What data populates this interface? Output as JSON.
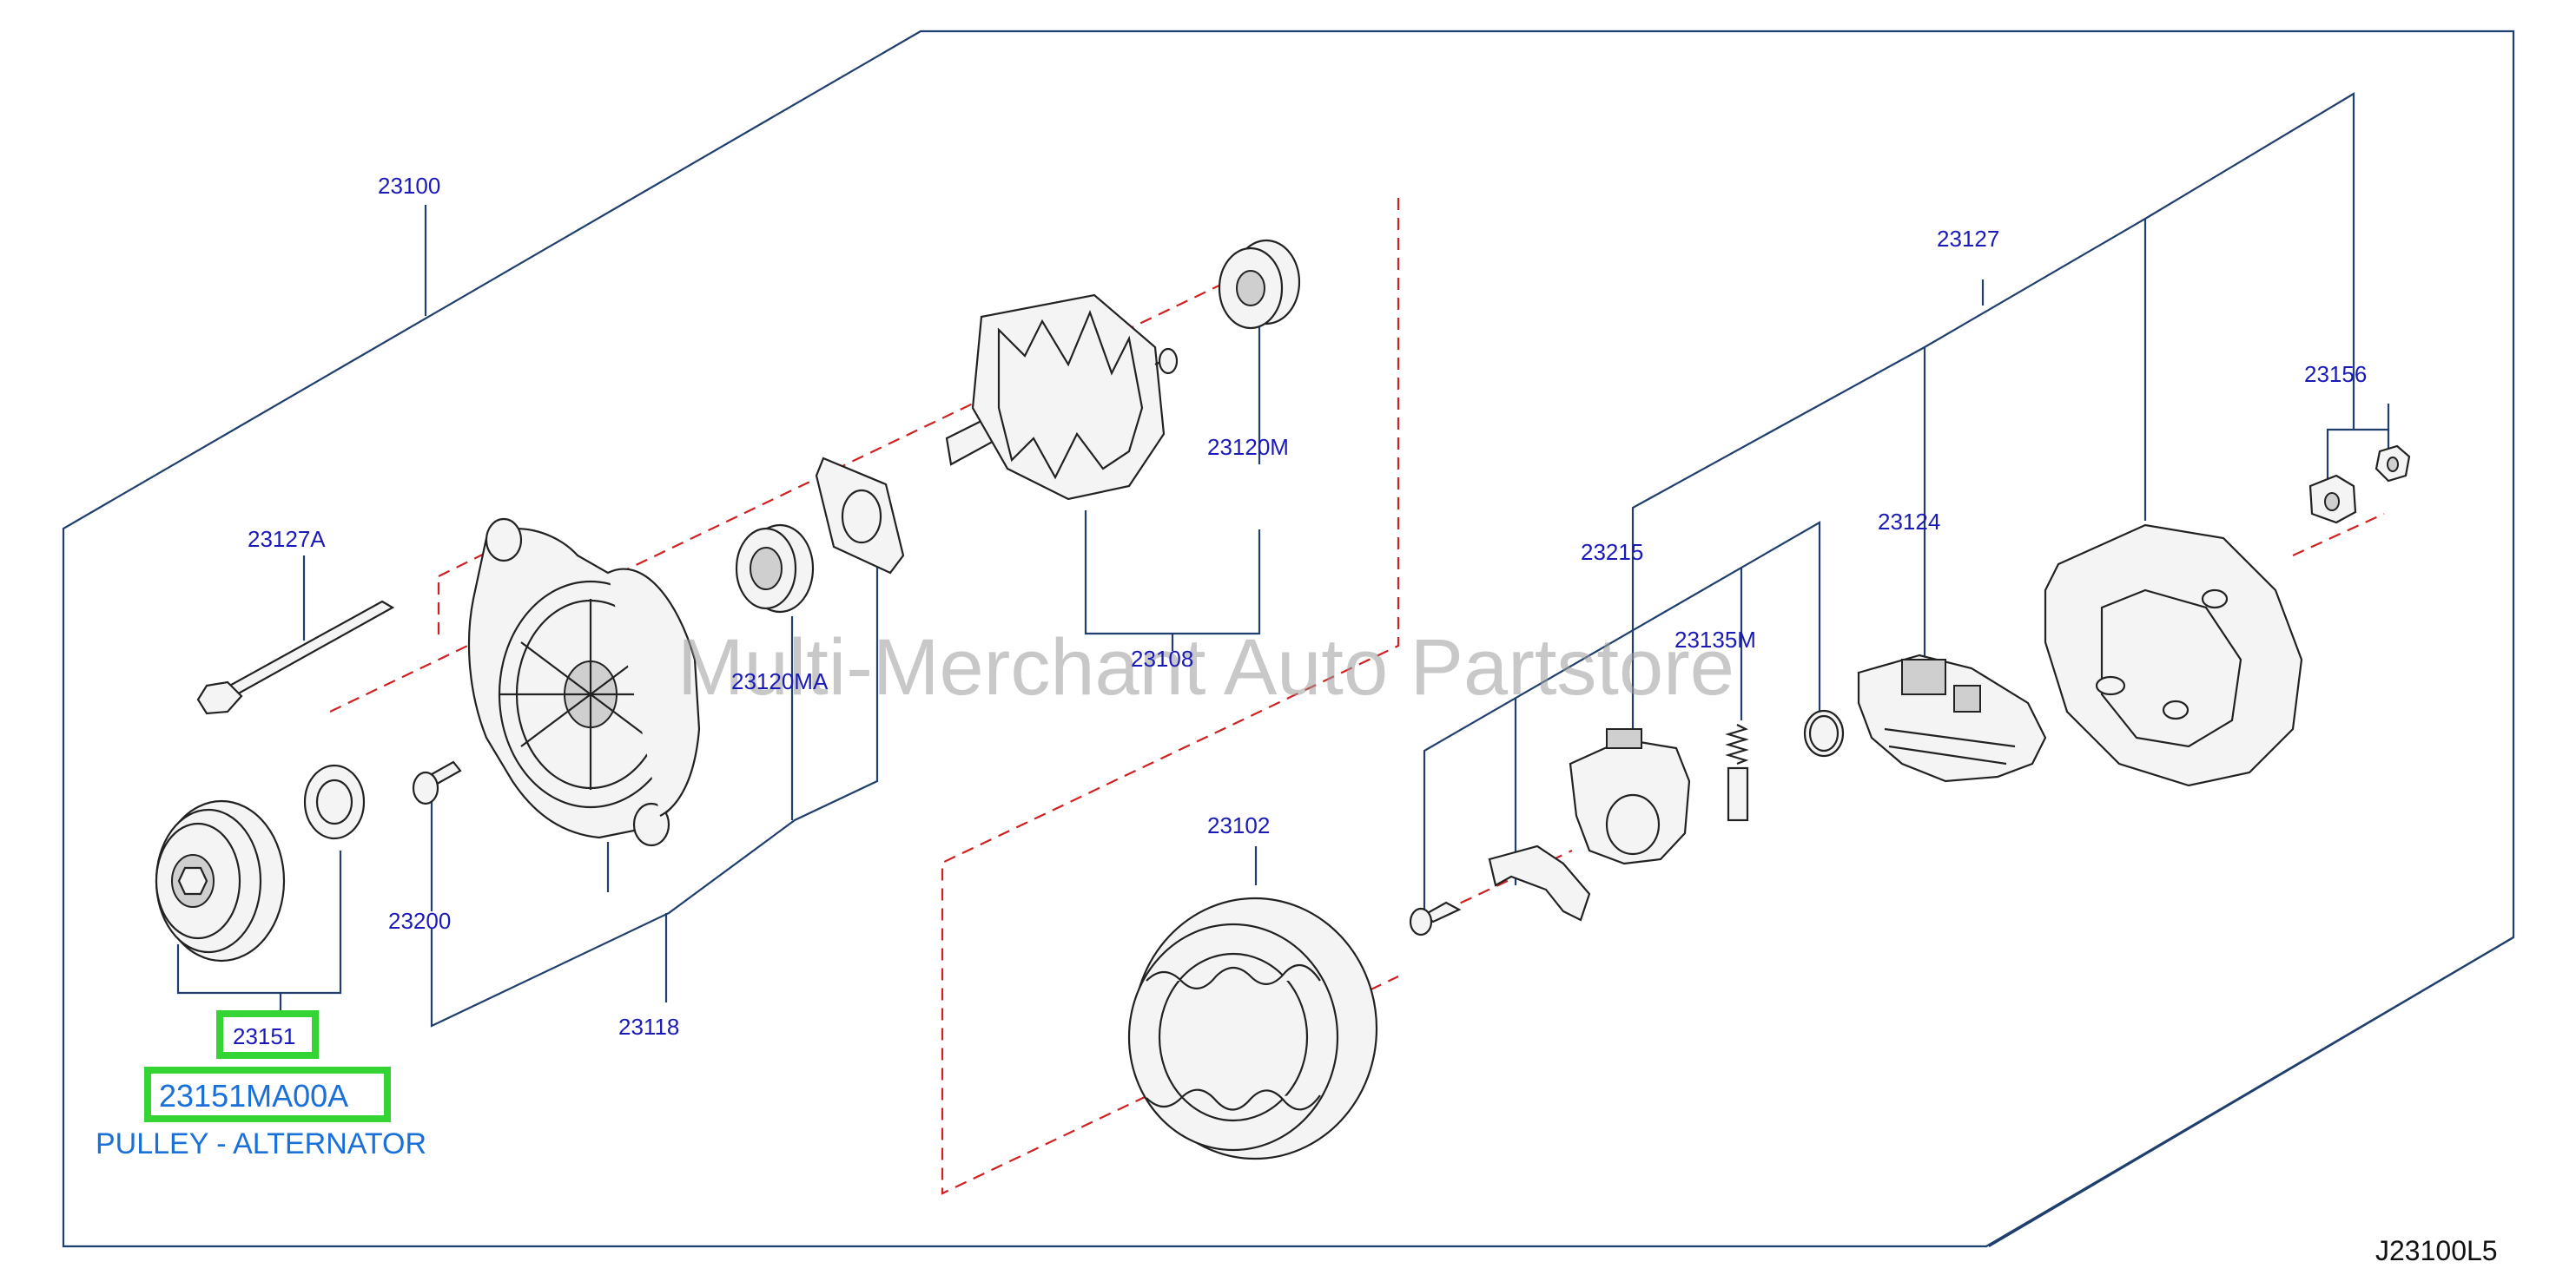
{
  "diagram": {
    "callouts": {
      "c23100": "23100",
      "c23127A": "23127A",
      "c23120MA": "23120MA",
      "c23200": "23200",
      "c23118": "23118",
      "c23151": "23151",
      "c23108": "23108",
      "c23120M": "23120M",
      "c23102": "23102",
      "c23127": "23127",
      "c23215": "23215",
      "c23135M": "23135M",
      "c23124": "23124",
      "c23156": "23156"
    },
    "highlight": {
      "part_number": "23151MA00A",
      "description": "PULLEY - ALTERNATOR",
      "color": "#35d435"
    },
    "watermark": "Multi-Merchant Auto Partstore",
    "diagram_code": "J23100L5",
    "colors": {
      "callout_text": "#1a1ab8",
      "highlight_text": "#1a6fd8",
      "leader_lines": "#1f3f6e",
      "axis_dash": "#d02020"
    }
  }
}
